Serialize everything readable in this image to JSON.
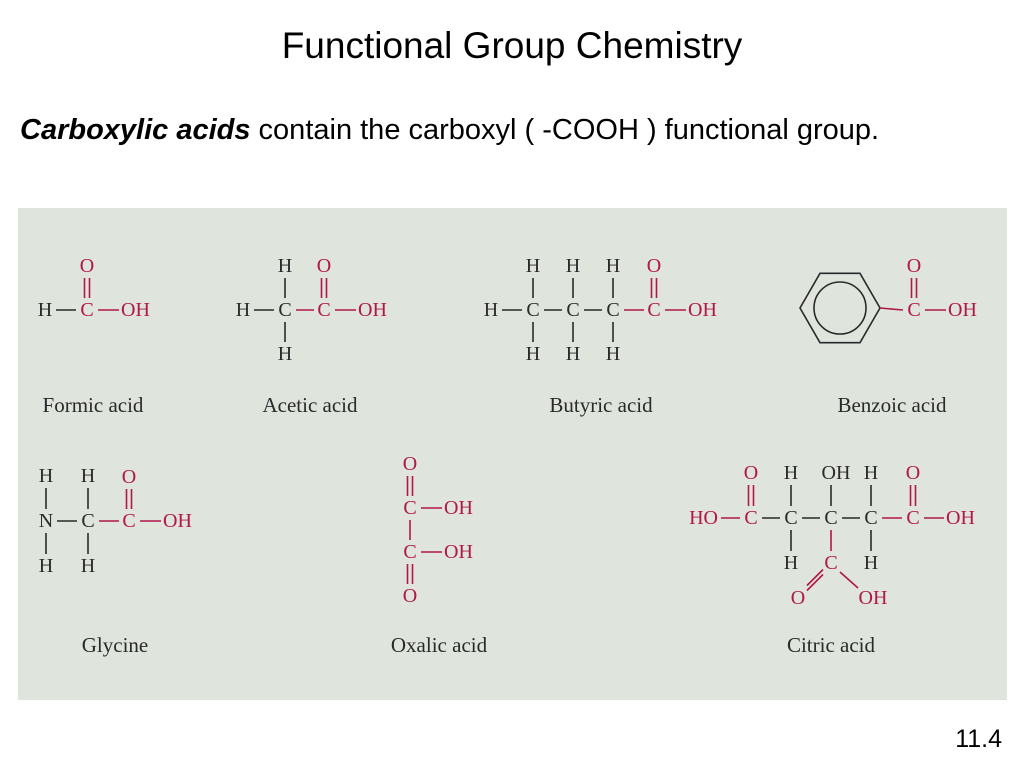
{
  "slide": {
    "title": "Functional Group Chemistry",
    "intro_term": "Carboxylic acids",
    "intro_rest": " contain the carboxyl ( -COOH ) functional group.",
    "page_number": "11.4"
  },
  "colors": {
    "panel_bg": "#dfe4dc",
    "carboxyl": "#b0174a",
    "ink": "#2a2a2a"
  },
  "molecules": [
    {
      "id": "formic",
      "name": "Formic acid"
    },
    {
      "id": "acetic",
      "name": "Acetic acid"
    },
    {
      "id": "butyric",
      "name": "Butyric acid"
    },
    {
      "id": "benzoic",
      "name": "Benzoic acid"
    },
    {
      "id": "glycine",
      "name": "Glycine"
    },
    {
      "id": "oxalic",
      "name": "Oxalic acid"
    },
    {
      "id": "citric",
      "name": "Citric acid"
    }
  ]
}
